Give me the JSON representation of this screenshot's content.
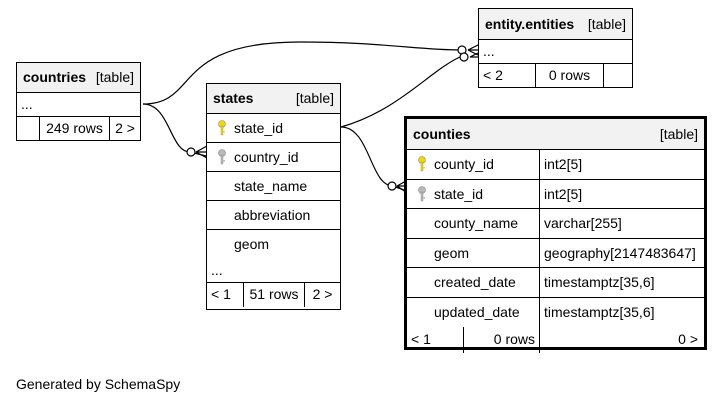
{
  "tables": {
    "countries": {
      "name": "countries",
      "tag": "[table]",
      "ellipsis": "...",
      "footer": {
        "left": "",
        "rows": "249 rows",
        "right": "2 >"
      }
    },
    "states": {
      "name": "states",
      "tag": "[table]",
      "columns": [
        {
          "name": "state_id",
          "key": "primary"
        },
        {
          "name": "country_id",
          "key": "foreign"
        },
        {
          "name": "state_name",
          "key": ""
        },
        {
          "name": "abbreviation",
          "key": ""
        },
        {
          "name": "geom",
          "key": ""
        }
      ],
      "ellipsis": "...",
      "footer": {
        "left": "< 1",
        "rows": "51 rows",
        "right": "2 >"
      }
    },
    "entities": {
      "name": "entity.entities",
      "tag": "[table]",
      "ellipsis": "...",
      "footer": {
        "left": "< 2",
        "rows": "0 rows",
        "right": ""
      }
    },
    "counties": {
      "name": "counties",
      "tag": "[table]",
      "columns": [
        {
          "name": "county_id",
          "type": "int2[5]",
          "key": "primary"
        },
        {
          "name": "state_id",
          "type": "int2[5]",
          "key": "foreign"
        },
        {
          "name": "county_name",
          "type": "varchar[255]",
          "key": ""
        },
        {
          "name": "geom",
          "type": "geography[2147483647]",
          "key": ""
        },
        {
          "name": "created_date",
          "type": "timestamptz[35,6]",
          "key": ""
        },
        {
          "name": "updated_date",
          "type": "timestamptz[35,6]",
          "key": ""
        }
      ],
      "footer": {
        "left": "< 1",
        "rows": "0 rows",
        "right": "0 >"
      }
    }
  },
  "key_colors": {
    "primary": "#f5d800",
    "foreign": "#b8b8b8"
  },
  "footer_text": "Generated by SchemaSpy"
}
